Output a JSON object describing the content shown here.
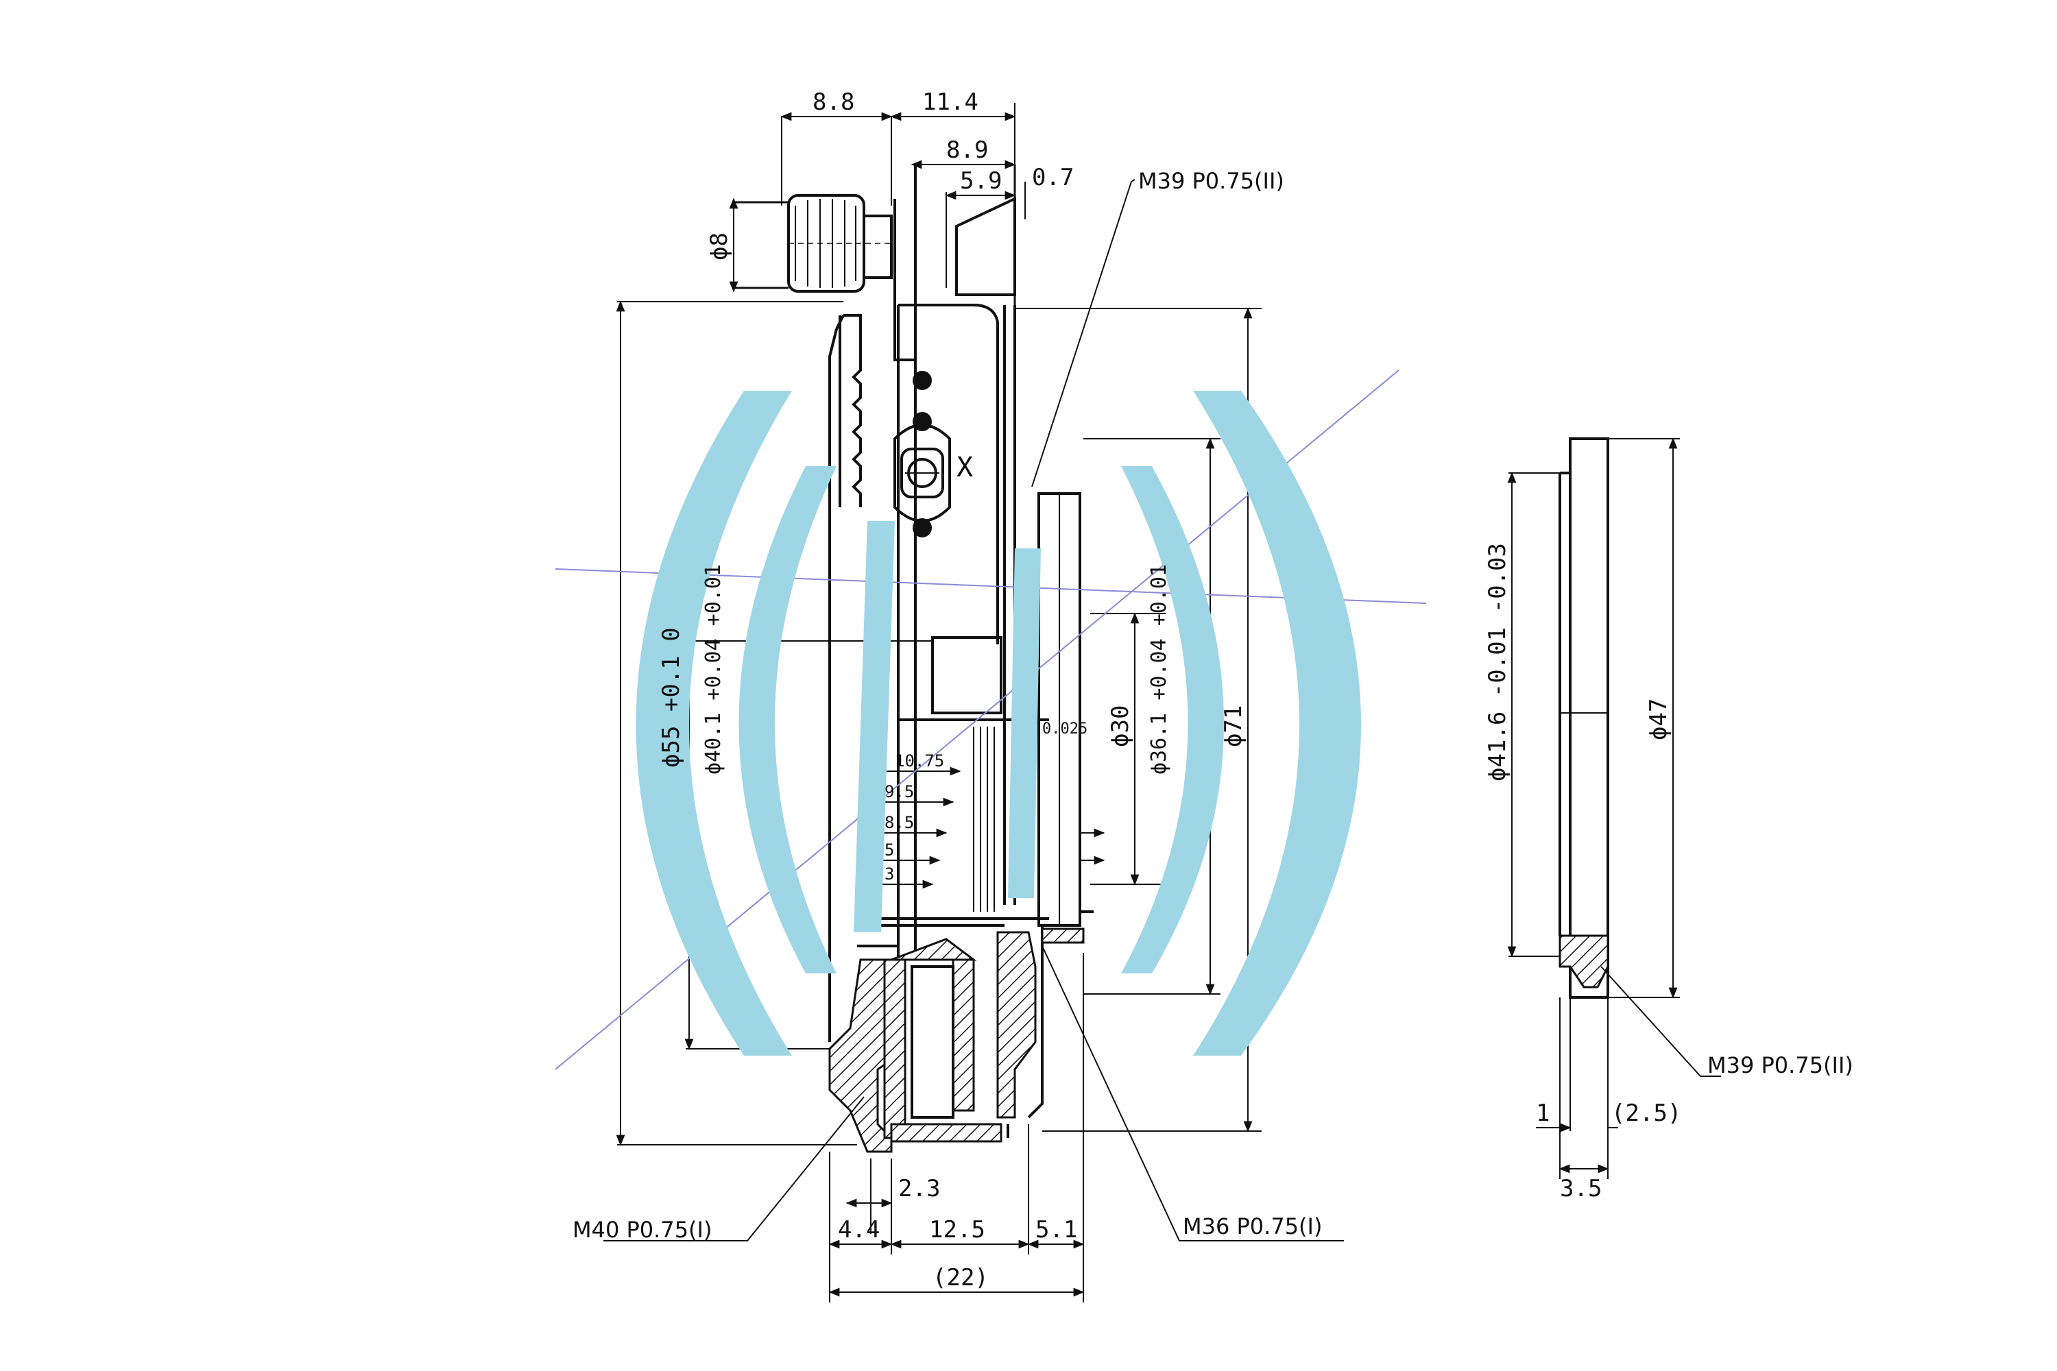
{
  "colors": {
    "line": "#111111",
    "arc": "#9fd6e6",
    "guide": "#8a8ad6",
    "background": "#ffffff"
  },
  "dimensions": {
    "top_8_8": "8.8",
    "top_11_4": "11.4",
    "top_8_9": "8.9",
    "top_5_9": "5.9",
    "top_0_7": "0.7",
    "knob_dia": "ϕ8",
    "dia_55": "ϕ55 +0.1 0",
    "dia_40_1": "ϕ40.1 +0.04 +0.01",
    "dia_30": "ϕ30",
    "dia_36_1": "ϕ36.1 +0.04 +0.01",
    "dia_71": "ϕ71",
    "inner_10_75": "10.75",
    "inner_9_5": "9.5",
    "inner_8_5": "8.5",
    "inner_5": "5",
    "inner_3": "3",
    "inner_025": "0.025",
    "bottom_2_3": "2.3",
    "bottom_4_4": "4.4",
    "bottom_12_5": "12.5",
    "bottom_5_1": "5.1",
    "bottom_22": "(22)",
    "ring_dia_41_6": "ϕ41.6 -0.01 -0.03",
    "ring_dia_47": "ϕ47",
    "ring_1": "1",
    "ring_2_5": "(2.5)",
    "ring_3_5": "3.5"
  },
  "threads": {
    "m39_top": "M39 P0.75(II)",
    "m40": "M40 P0.75(I)",
    "m36": "M36 P0.75(I)",
    "m39_ring": "M39 P0.75(II)"
  },
  "marks": {
    "x_mark": "X"
  }
}
